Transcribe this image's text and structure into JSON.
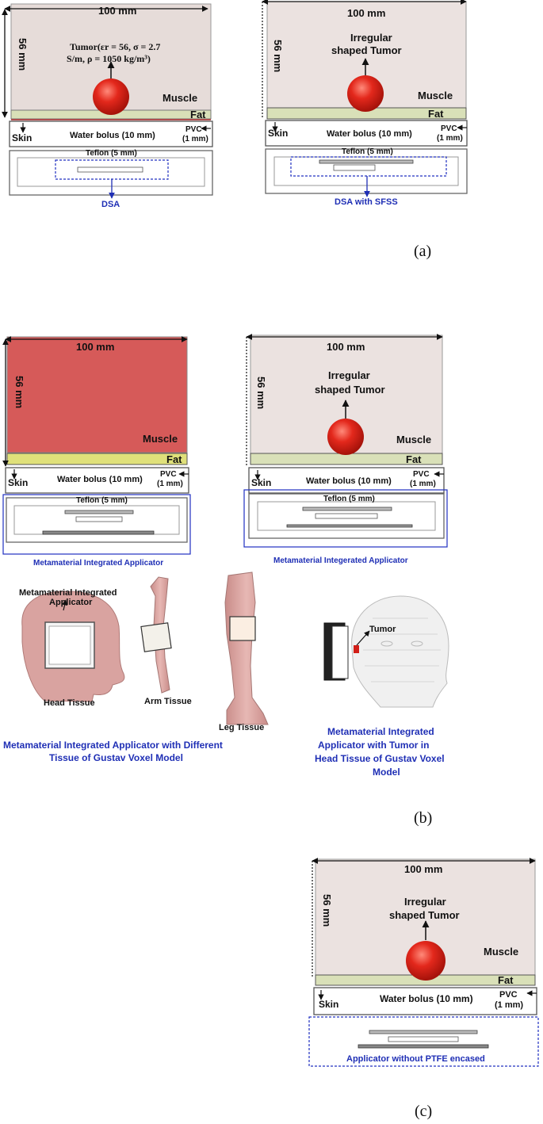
{
  "panel_a": {
    "left": {
      "width_label": "100 mm",
      "height_label": "56 mm",
      "tumor_label_l1": "Tumor(εr = 56, σ = 2.7",
      "tumor_label_l2": "S/m, ρ = 1050 kg/m³)",
      "muscle": "Muscle",
      "fat": "Fat",
      "skin": "Skin",
      "water": "Water bolus (10 mm)",
      "pvc_l1": "PVC",
      "pvc_l2": "(1 mm)",
      "teflon": "Teflon (5 mm)",
      "caption": "DSA"
    },
    "right": {
      "width_label": "100 mm",
      "height_label": "56 mm",
      "tumor_l1": "Irregular",
      "tumor_l2": "shaped Tumor",
      "muscle": "Muscle",
      "fat": "Fat",
      "skin": "Skin",
      "water": "Water bolus (10 mm)",
      "pvc_l1": "PVC",
      "pvc_l2": "(1 mm)",
      "teflon": "Teflon (5 mm)",
      "caption": "DSA with SFSS"
    },
    "label": "(a)"
  },
  "panel_b": {
    "left": {
      "width_label": "100 mm",
      "height_label": "56 mm",
      "muscle": "Muscle",
      "fat": "Fat",
      "skin": "Skin",
      "water": "Water bolus (10 mm)",
      "pvc_l1": "PVC",
      "pvc_l2": "(1 mm)",
      "teflon": "Teflon (5 mm)",
      "caption": "Metamaterial Integrated Applicator"
    },
    "right": {
      "width_label": "100 mm",
      "height_label": "56 mm",
      "tumor_l1": "Irregular",
      "tumor_l2": "shaped Tumor",
      "muscle": "Muscle",
      "fat": "Fat",
      "skin": "Skin",
      "water": "Water bolus (10 mm)",
      "pvc_l1": "PVC",
      "pvc_l2": "(1 mm)",
      "teflon": "Teflon (5 mm)",
      "caption": "Metamaterial Integerated Applicator"
    },
    "voxel": {
      "applicator_l1": "Metamaterial Integrated",
      "applicator_l2": "Applicator",
      "head": "Head Tissue",
      "arm": "Arm Tissue",
      "leg": "Leg Tissue",
      "tumor": "Tumor",
      "caption_left_l1": "Metamaterial Integrated Applicator with Different",
      "caption_left_l2": "Tissue of Gustav Voxel Model",
      "caption_right_l1": "Metamaterial Integrated",
      "caption_right_l2": "Applicator with Tumor in",
      "caption_right_l3": "Head Tissue of Gustav Voxel",
      "caption_right_l4": "Model"
    },
    "label": "(b)"
  },
  "panel_c": {
    "width_label": "100 mm",
    "height_label": "56 mm",
    "tumor_l1": "Irregular",
    "tumor_l2": "shaped Tumor",
    "muscle": "Muscle",
    "fat": "Fat",
    "skin": "Skin",
    "water": "Water bolus (10 mm)",
    "pvc_l1": "PVC",
    "pvc_l2": "(1 mm)",
    "caption": "Applicator without PTFE encased",
    "label": "(c)"
  },
  "colors": {
    "muscle_light": "#e6dcd9",
    "muscle_red": "#d65a59",
    "fat": "#d9e0b8",
    "fat_yellow": "#dfe07a",
    "tumor": "#e02a1e",
    "caption_blue": "#1f2fb5",
    "tissue_pink": "#d9a3a0"
  }
}
